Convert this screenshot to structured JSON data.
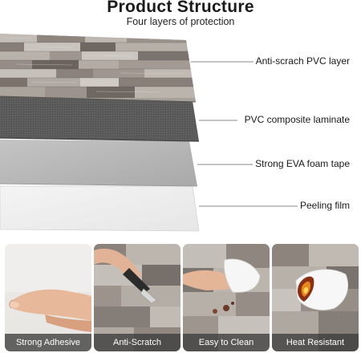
{
  "header": {
    "title": "Product Structure",
    "subtitle": "Four layers of protection"
  },
  "layers": [
    {
      "label": "Anti-scrach PVC layer"
    },
    {
      "label": "PVC composite laminate"
    },
    {
      "label": "Strong EVA foam tape"
    },
    {
      "label": "Peeling film"
    }
  ],
  "features": [
    {
      "label": "Strong Adhesive"
    },
    {
      "label": "Anti-Scratch"
    },
    {
      "label": "Easy to Clean"
    },
    {
      "label": "Heat Resistant"
    }
  ],
  "colors": {
    "wood_light": "#b9b4ad",
    "wood_dark": "#6d655f",
    "laminate": "#5b5b5b",
    "foam": "#b8b8b8",
    "film": "#efefef",
    "label_bar": "#3c3c3c"
  }
}
